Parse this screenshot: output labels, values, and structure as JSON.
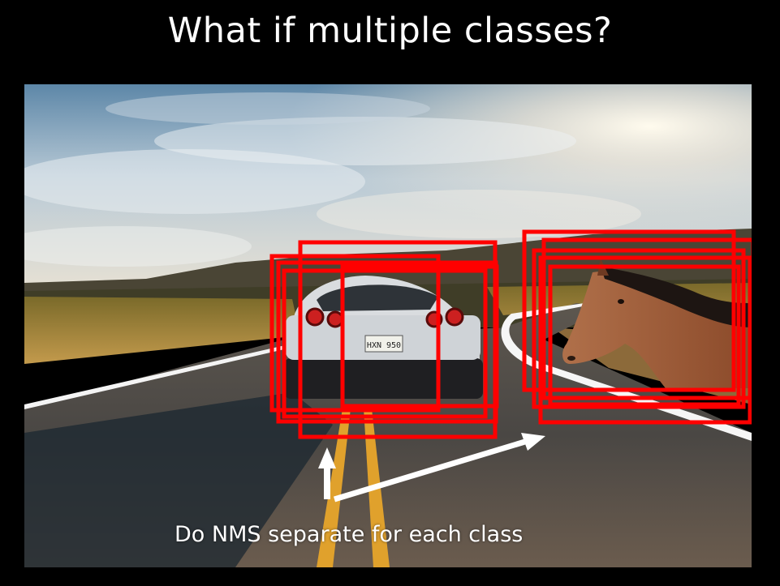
{
  "slide": {
    "title": "What if multiple classes?",
    "caption": "Do NMS separate for each class"
  },
  "photo": {
    "plate_text": "HXN 950",
    "box_color": "#ff0000",
    "arrow_color": "#ffffff"
  }
}
